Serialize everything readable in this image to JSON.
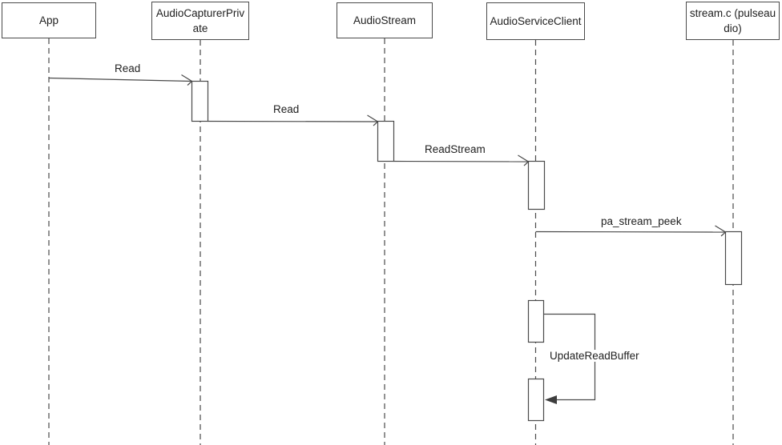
{
  "diagram": {
    "type": "uml-sequence",
    "participants": [
      {
        "id": "app",
        "label": "App"
      },
      {
        "id": "audio-capturer-private",
        "label": "AudioCapturerPrivate"
      },
      {
        "id": "audio-stream",
        "label": "AudioStream"
      },
      {
        "id": "audio-service-client",
        "label": "AudioServiceClient"
      },
      {
        "id": "stream-c-pulseaudio",
        "label": "stream.c (pulseaudio)"
      }
    ],
    "messages": [
      {
        "label": "Read",
        "from": "App",
        "to": "AudioCapturerPrivate",
        "kind": "call"
      },
      {
        "label": "Read",
        "from": "AudioCapturerPrivate",
        "to": "AudioStream",
        "kind": "call"
      },
      {
        "label": "ReadStream",
        "from": "AudioStream",
        "to": "AudioServiceClient",
        "kind": "call"
      },
      {
        "label": "pa_stream_peek",
        "from": "AudioServiceClient",
        "to": "stream.c (pulseaudio)",
        "kind": "call"
      },
      {
        "label": "UpdateReadBuffer",
        "from": "AudioServiceClient",
        "to": "AudioServiceClient",
        "kind": "self"
      }
    ],
    "colors": {
      "line": "#4a4a4a",
      "text": "#212121",
      "background": "#ffffff"
    }
  }
}
